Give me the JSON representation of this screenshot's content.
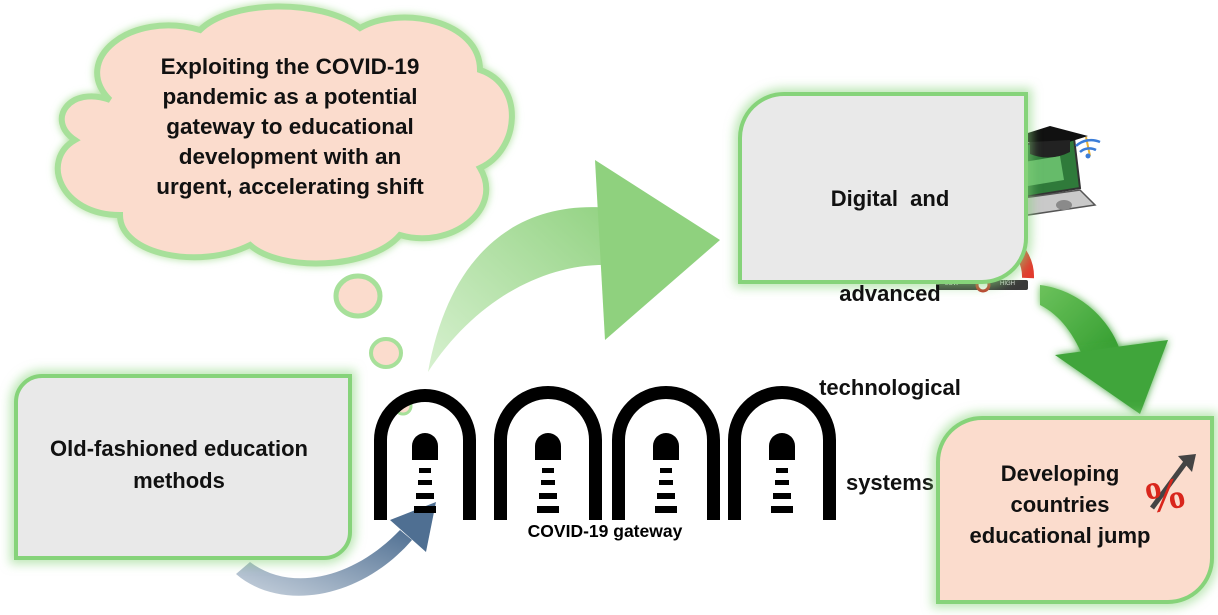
{
  "cloud": {
    "text_lines": [
      "Exploiting the COVID-19",
      "pandemic as a potential",
      "gateway to educational",
      "development with an",
      "urgent, accelerating shift"
    ]
  },
  "boxes": {
    "old": {
      "lines": [
        "Old-fashioned education",
        "methods"
      ]
    },
    "digital": {
      "lines": [
        "Digital  and",
        "advanced",
        "technological",
        "systems"
      ]
    },
    "developing": {
      "lines": [
        "Developing",
        "countries",
        "educational jump"
      ]
    }
  },
  "gateway": {
    "label": "COVID-19 gateway"
  },
  "gauge": {
    "low_label": "LOW",
    "high_label": "HIGH"
  },
  "percent_icon": {
    "symbol": "%"
  },
  "colors": {
    "box_border": "#86d37a",
    "box_gray": "#e9e9e9",
    "box_peach": "#fbdccd",
    "cloud_fill": "#fbdccd",
    "arrow_green_light": "#9fd88f",
    "arrow_green_dark": "#3fa53a",
    "arrow_blue": "#5f7fa0"
  }
}
